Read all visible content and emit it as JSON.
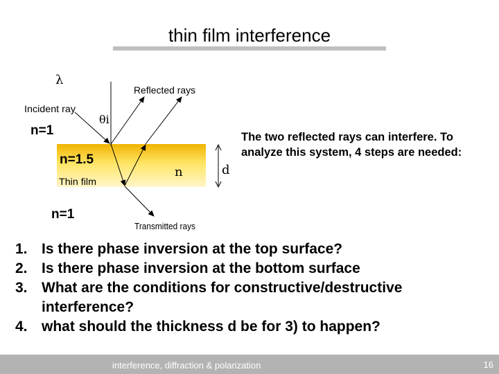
{
  "slide": {
    "title": "thin film interference",
    "figure": {
      "lambda": "λ",
      "incident": "Incident ray",
      "reflected": "Reflected rays",
      "theta": "θi",
      "n_top": "n=1",
      "n_film": "n=1.5",
      "film_label": "Thin film",
      "n_symbol": "n",
      "d_symbol": "d",
      "n_bottom": "n=1",
      "transmitted": "Transmitted rays"
    },
    "side_text": "The two reflected rays can interfere. To analyze this system, 4 steps are needed:",
    "steps": [
      {
        "num": "1.",
        "text": "Is there phase inversion at the top surface?"
      },
      {
        "num": "2.",
        "text": "Is there phase inversion at the bottom surface"
      },
      {
        "num": "3.",
        "text": "What are the conditions for constructive/destructive interference?"
      },
      {
        "num": "4.",
        "text": "what should the thickness d be for 3) to happen?"
      }
    ],
    "footer": {
      "text": "interference, diffraction & polarization",
      "page": "16"
    },
    "colors": {
      "film_top": "#f0b400",
      "film_mid": "#ffe566",
      "film_bottom": "#fff6c9",
      "footer_bar": "#b3b3b3",
      "title_rule": "#bfbfbf"
    }
  }
}
